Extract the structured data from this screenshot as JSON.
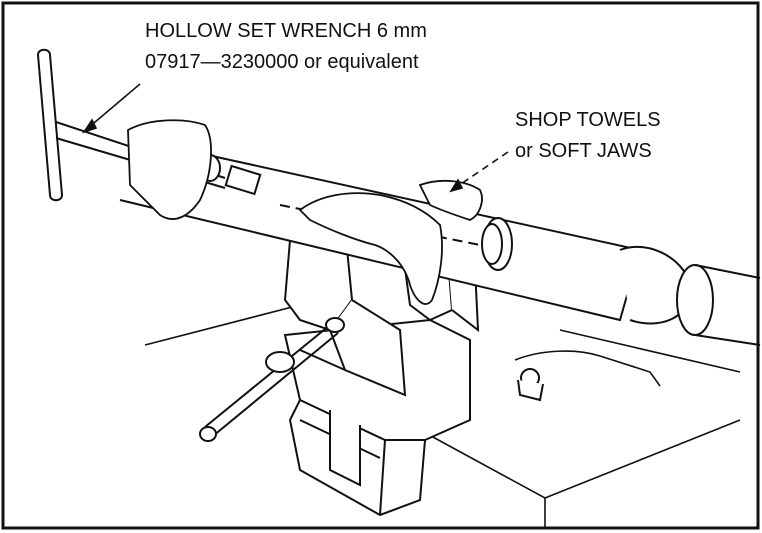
{
  "callouts": {
    "wrench_line1": "HOLLOW SET WRENCH  6 mm",
    "wrench_line2": "07917—3230000 or equivalent",
    "towels_line1": "SHOP TOWELS",
    "towels_line2": "or SOFT JAWS"
  },
  "colors": {
    "ink": "#111111",
    "paper": "#ffffff"
  }
}
